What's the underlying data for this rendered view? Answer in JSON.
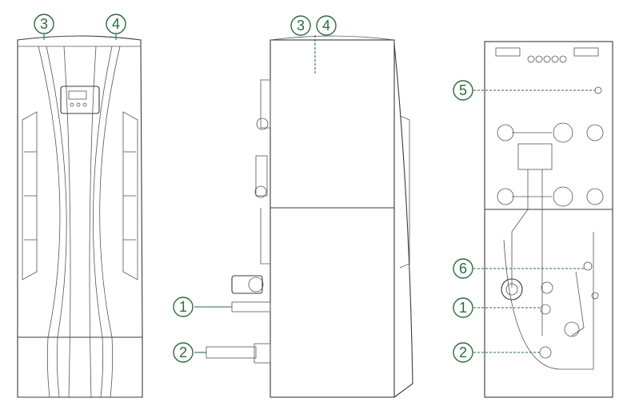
{
  "callouts": {
    "front_3": "3",
    "front_4": "4",
    "side_3": "3",
    "side_4": "4",
    "side_1": "1",
    "side_2": "2",
    "back_5": "5",
    "back_6": "6",
    "back_1": "1",
    "back_2": "2"
  },
  "colors": {
    "accent": "#2e6b3e",
    "outline": "#3a3a3a",
    "background": "#ffffff"
  }
}
